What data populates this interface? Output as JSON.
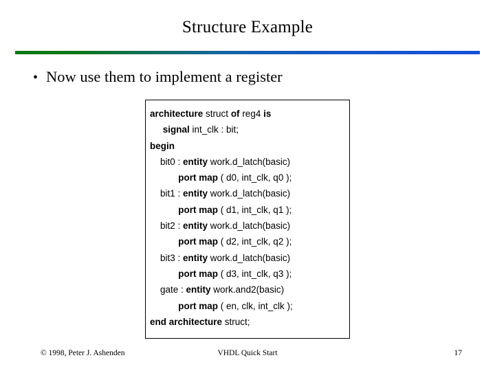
{
  "slide": {
    "title": "Structure Example",
    "bullet": {
      "marker": "•",
      "text": "Now use them to implement a register"
    },
    "code": {
      "lines": [
        [
          {
            "t": "architecture ",
            "b": true
          },
          {
            "t": "struct ",
            "b": false
          },
          {
            "t": "of ",
            "b": true
          },
          {
            "t": "reg4 ",
            "b": false
          },
          {
            "t": "is",
            "b": true
          }
        ],
        [
          {
            "t": "     ",
            "b": false
          },
          {
            "t": "signal ",
            "b": true
          },
          {
            "t": "int_clk : bit;",
            "b": false
          }
        ],
        [
          {
            "t": "begin",
            "b": true
          }
        ],
        [
          {
            "t": "    bit0 : ",
            "b": false
          },
          {
            "t": "entity ",
            "b": true
          },
          {
            "t": "work.d_latch(basic)",
            "b": false
          }
        ],
        [
          {
            "t": "           ",
            "b": false
          },
          {
            "t": "port map ",
            "b": true
          },
          {
            "t": "( d0, int_clk, q0 );",
            "b": false
          }
        ],
        [
          {
            "t": "    bit1 : ",
            "b": false
          },
          {
            "t": "entity ",
            "b": true
          },
          {
            "t": "work.d_latch(basic)",
            "b": false
          }
        ],
        [
          {
            "t": "           ",
            "b": false
          },
          {
            "t": "port map ",
            "b": true
          },
          {
            "t": "( d1, int_clk, q1 );",
            "b": false
          }
        ],
        [
          {
            "t": "    bit2 : ",
            "b": false
          },
          {
            "t": "entity ",
            "b": true
          },
          {
            "t": "work.d_latch(basic)",
            "b": false
          }
        ],
        [
          {
            "t": "           ",
            "b": false
          },
          {
            "t": "port map ",
            "b": true
          },
          {
            "t": "( d2, int_clk, q2 );",
            "b": false
          }
        ],
        [
          {
            "t": "    bit3 : ",
            "b": false
          },
          {
            "t": "entity ",
            "b": true
          },
          {
            "t": "work.d_latch(basic)",
            "b": false
          }
        ],
        [
          {
            "t": "           ",
            "b": false
          },
          {
            "t": "port map ",
            "b": true
          },
          {
            "t": "( d3, int_clk, q3 );",
            "b": false
          }
        ],
        [
          {
            "t": "    gate : ",
            "b": false
          },
          {
            "t": "entity ",
            "b": true
          },
          {
            "t": "work.and2(basic)",
            "b": false
          }
        ],
        [
          {
            "t": "           ",
            "b": false
          },
          {
            "t": "port map ",
            "b": true
          },
          {
            "t": "( en, clk, int_clk );",
            "b": false
          }
        ],
        [
          {
            "t": "end architecture ",
            "b": true
          },
          {
            "t": "struct;",
            "b": false
          }
        ]
      ]
    },
    "footer": {
      "copyright": "© 1998, Peter J. Ashenden",
      "center": "VHDL Quick Start",
      "page": "17"
    },
    "colors": {
      "rule_start": "#0a7a12",
      "rule_end": "#1550d8",
      "text": "#000000",
      "background": "#ffffff"
    }
  }
}
